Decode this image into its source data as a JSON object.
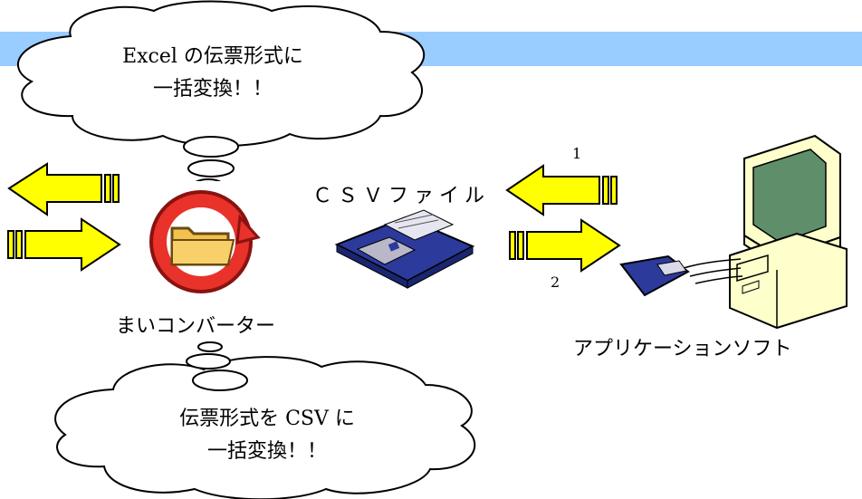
{
  "top_cloud": {
    "line1": "Excel の伝票形式に",
    "line2": "一括変換！！"
  },
  "bottom_cloud": {
    "line1": "伝票形式を CSV に",
    "line2": "一括変換！！"
  },
  "converter_label": "まいコンバーター",
  "csv_label": "ＣＳＶファイル",
  "app_label": "アプリケーションソフト",
  "step1": "1",
  "step2": "2",
  "colors": {
    "banner": "#99ccff",
    "arrow_fill": "#ffff00",
    "arrow_stroke": "#000000",
    "converter_ring": "#e8322a",
    "folder": "#f2c14e",
    "floppy": "#2b3a9b",
    "monitor": "#ffffcc",
    "screen": "#5f8f6a"
  }
}
